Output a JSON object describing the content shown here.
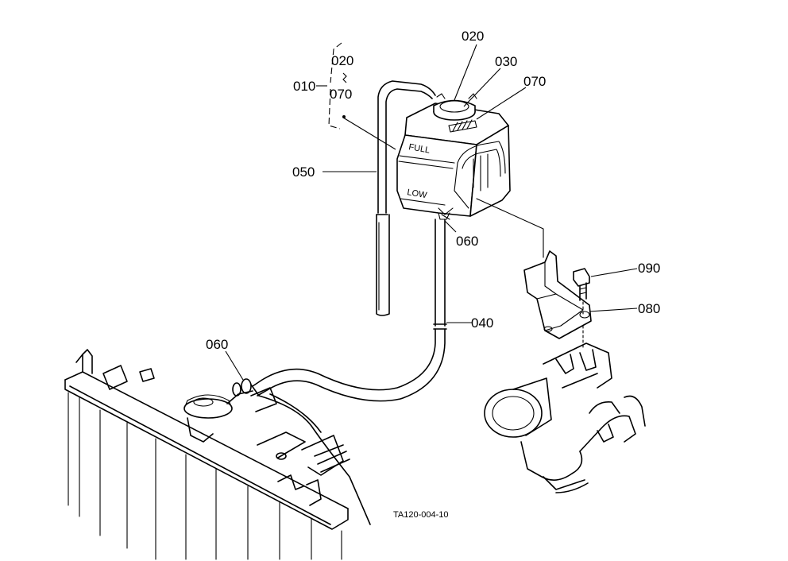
{
  "callouts": {
    "c020_top": "020",
    "c030": "030",
    "c070_top": "070",
    "c010": "010",
    "c020_group": "020",
    "c070_group": "070",
    "c050": "050",
    "c060_tank": "060",
    "c090": "090",
    "c080": "080",
    "c040": "040",
    "c060_radiator": "060"
  },
  "tank_labels": {
    "full": "FULL",
    "low": "LOW"
  },
  "figure_id": "TA120-004-10"
}
